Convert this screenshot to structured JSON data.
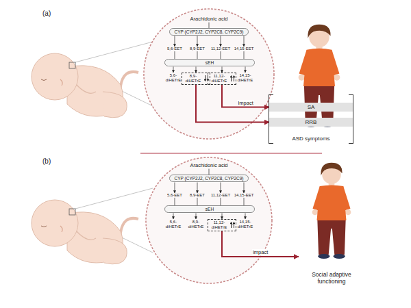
{
  "diagram": {
    "nodes": [
      {
        "text": [
          "Arachidonic acid"
        ]
      },
      {
        "text": [
          "CYP (CYP2J2, CYP2C8, CYP2C9)"
        ]
      },
      {
        "text": [
          "5,6-EET"
        ]
      },
      {
        "text": [
          "8,9-EET"
        ]
      },
      {
        "text": [
          "11,12-EET"
        ]
      },
      {
        "text": [
          "14,15-EET"
        ]
      },
      {
        "text": [
          "sEH"
        ]
      },
      {
        "text": [
          "5,6-diHETrE"
        ]
      },
      {
        "text": [
          "8,9-diHETrE"
        ]
      },
      {
        "text": [
          "11,12-diHETrE"
        ]
      },
      {
        "text": [
          "14,15-diHETrE"
        ]
      },
      {
        "text": [
          "ASD symptoms"
        ]
      },
      {
        "text": [
          "SA"
        ],
        "in": 11
      },
      {
        "text": [
          "RRB"
        ],
        "in": 11
      },
      {
        "text": [
          "Arachidonic acid"
        ]
      },
      {
        "text": [
          "CYP (CYP2J2, CYP2C8, CYP2C9)"
        ]
      },
      {
        "text": [
          "5,6-EET"
        ]
      },
      {
        "text": [
          "8,9-EET"
        ]
      },
      {
        "text": [
          "11,12-EET"
        ]
      },
      {
        "text": [
          "14,15-EET"
        ]
      },
      {
        "text": [
          "sEH"
        ]
      },
      {
        "text": [
          "5,6-diHETrE"
        ]
      },
      {
        "text": [
          "8,9-diHETrE"
        ]
      },
      {
        "text": [
          "11,12-diHETrE"
        ]
      },
      {
        "text": [
          "14,15-diHETrE"
        ]
      },
      {
        "text": [
          "Social adaptive functioning"
        ]
      }
    ],
    "edges": [
      {
        "from": 0,
        "to": 1,
        "arrow": "none"
      },
      {
        "from": 1,
        "to": 2,
        "arrow": "to"
      },
      {
        "from": 1,
        "to": 3,
        "arrow": "to"
      },
      {
        "from": 1,
        "to": 4,
        "arrow": "to"
      },
      {
        "from": 1,
        "to": 5,
        "arrow": "to"
      },
      {
        "from": 2,
        "to": 6,
        "arrow": "none"
      },
      {
        "from": 3,
        "to": 6,
        "arrow": "none"
      },
      {
        "from": 4,
        "to": 6,
        "arrow": "none"
      },
      {
        "from": 5,
        "to": 6,
        "arrow": "none"
      },
      {
        "from": 6,
        "to": 7,
        "arrow": "to"
      },
      {
        "from": 6,
        "to": 8,
        "arrow": "to"
      },
      {
        "from": 6,
        "to": 9,
        "arrow": "to"
      },
      {
        "from": 6,
        "to": 10,
        "arrow": "to"
      },
      {
        "from": 9,
        "to": 12,
        "label": "Impact",
        "arrow": "to"
      },
      {
        "from": 8,
        "to": 13,
        "arrow": "to"
      },
      {
        "from": 14,
        "to": 15,
        "arrow": "none"
      },
      {
        "from": 15,
        "to": 16,
        "arrow": "to"
      },
      {
        "from": 15,
        "to": 17,
        "arrow": "to"
      },
      {
        "from": 15,
        "to": 18,
        "arrow": "to"
      },
      {
        "from": 15,
        "to": 19,
        "arrow": "to"
      },
      {
        "from": 16,
        "to": 20,
        "arrow": "none"
      },
      {
        "from": 17,
        "to": 20,
        "arrow": "none"
      },
      {
        "from": 18,
        "to": 20,
        "arrow": "none"
      },
      {
        "from": 19,
        "to": 20,
        "arrow": "none"
      },
      {
        "from": 20,
        "to": 21,
        "arrow": "to"
      },
      {
        "from": 20,
        "to": 22,
        "arrow": "to"
      },
      {
        "from": 20,
        "to": 23,
        "arrow": "to"
      },
      {
        "from": 20,
        "to": 24,
        "arrow": "to"
      },
      {
        "from": 23,
        "to": 25,
        "label": "Impact",
        "arrow": "to"
      }
    ],
    "labels": [
      "(a)",
      "(b)"
    ]
  }
}
